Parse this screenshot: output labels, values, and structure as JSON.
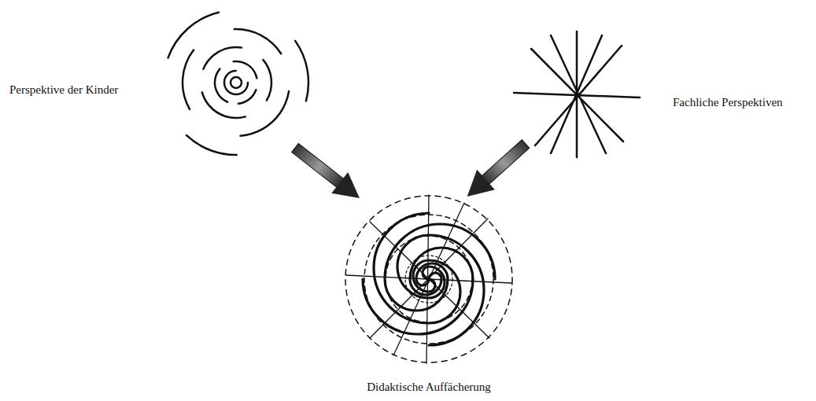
{
  "diagram": {
    "labels": [
      "Perspektive der Kinder",
      "Fachliche Perspektiven",
      "Didaktische Auffächerung"
    ]
  }
}
